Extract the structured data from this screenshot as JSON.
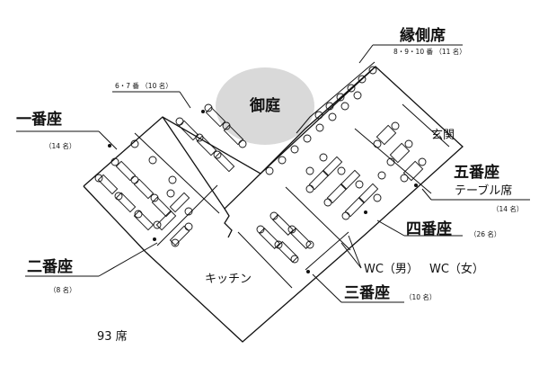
{
  "garden": "御庭",
  "kitchen": "キッチン",
  "total_seats": "93 席",
  "wc_male": "WC（男）",
  "wc_female": "WC（女）",
  "entrance": "玄関",
  "rooms": {
    "ichiban": {
      "name": "一番座",
      "capacity": "（14 名）"
    },
    "niban": {
      "name": "二番座",
      "capacity": "（8 名）"
    },
    "sanban": {
      "name": "三番座",
      "capacity": "（10 名）"
    },
    "yonban": {
      "name": "四番座",
      "capacity": "（26 名）"
    },
    "goban": {
      "name": "五番座",
      "sub": "テーブル席",
      "capacity": "（14 名）"
    },
    "engawa": {
      "name": "縁側席",
      "capacity": "8・9・10 番 （11 名）"
    },
    "room67": {
      "capacity": "6・7 番 （10 名）"
    }
  }
}
